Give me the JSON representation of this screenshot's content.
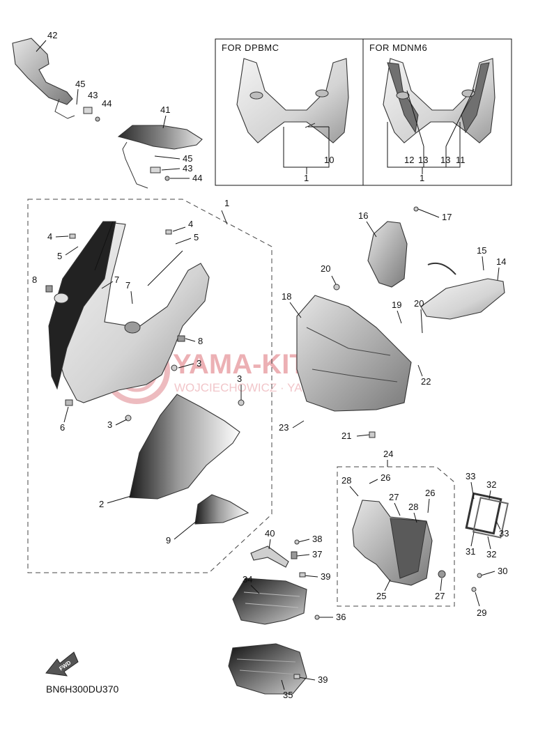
{
  "diagram_code": "BN6H300DU370",
  "variant_boxes": [
    {
      "title": "FOR  DPBMC"
    },
    {
      "title": "FOR  MDNM6"
    }
  ],
  "watermark": {
    "brand": "YAMA-KIT.PL",
    "owner": "WOJCIECHOWICZ · YAMAHA"
  },
  "fwd_label": "FWD",
  "callouts": {
    "c42": "42",
    "c45a": "45",
    "c43a": "43",
    "c44a": "44",
    "c41": "41",
    "c45b": "45",
    "c43b": "43",
    "c44b": "44",
    "b1_10": "10",
    "b1_1": "1",
    "b2_12": "12",
    "b2_13a": "13",
    "b2_13b": "13",
    "b2_11": "11",
    "b2_1": "1",
    "c1": "1",
    "c4a": "4",
    "c5a": "5",
    "c4b": "4",
    "c5b": "5",
    "c8a": "8",
    "c7a": "7",
    "c7b": "7",
    "c8b": "8",
    "c3a": "3",
    "c3b": "3",
    "c3c": "3",
    "c6": "6",
    "c2": "2",
    "c9": "9",
    "c16": "16",
    "c17": "17",
    "c15": "15",
    "c14": "14",
    "c20a": "20",
    "c18": "18",
    "c19": "19",
    "c20b": "20",
    "c22": "22",
    "c23": "23",
    "c21": "21",
    "c24": "24",
    "c28a": "28",
    "c26a": "26",
    "c27a": "27",
    "c28b": "28",
    "c26b": "26",
    "c25": "25",
    "c27b": "27",
    "c30": "30",
    "c29": "29",
    "c33a": "33",
    "c32a": "32",
    "c33b": "33",
    "c31": "31",
    "c32b": "32",
    "c40": "40",
    "c38": "38",
    "c37": "37",
    "c39a": "39",
    "c34": "34",
    "c36": "36",
    "c35": "35",
    "c39b": "39"
  }
}
